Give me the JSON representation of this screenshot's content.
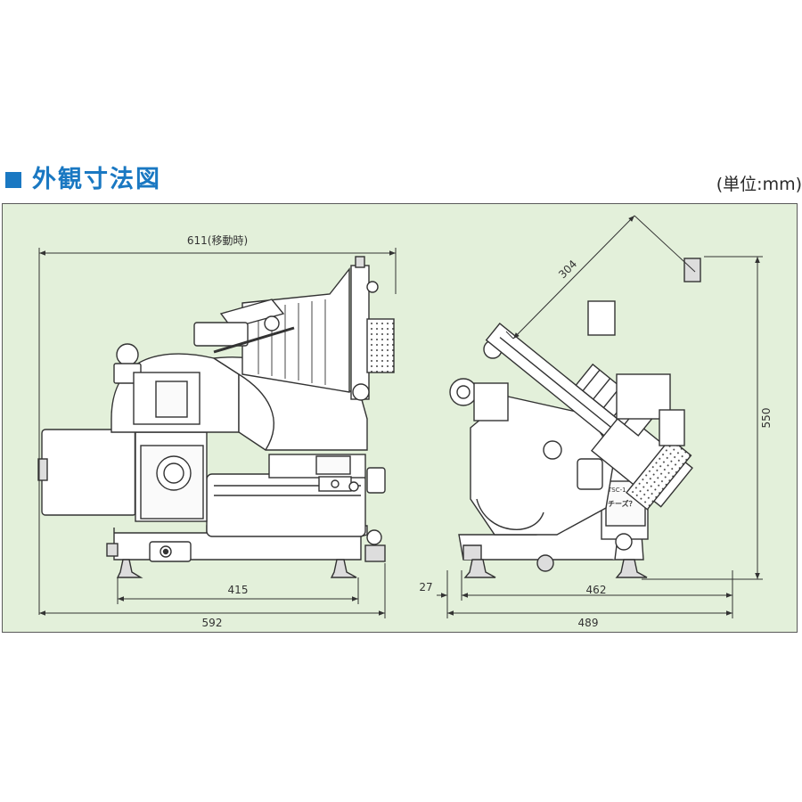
{
  "header": {
    "title": "外観寸法図",
    "unit": "(単位:mm)"
  },
  "labels": {
    "plate": "TSC-1",
    "brand": "チーズ？"
  },
  "front_view": {
    "overall_width_moving": "611(移動時)",
    "foot_span": "415",
    "overall_width": "592"
  },
  "side_view": {
    "diagonal": "304",
    "height": "550",
    "foot_offset": "27",
    "foot_span": "462",
    "overall_depth": "489"
  },
  "colors": {
    "accent": "#1a78c2",
    "panel": "#e3f0da",
    "line": "#333333"
  }
}
